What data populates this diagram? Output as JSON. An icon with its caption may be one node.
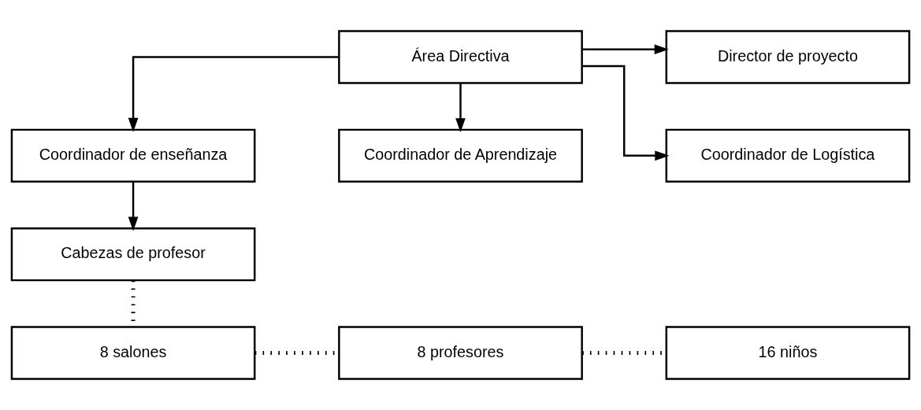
{
  "diagram": {
    "nodes": [
      {
        "text": [
          "Director de proyecto"
        ]
      },
      {
        "text": [
          "Área Directiva"
        ]
      },
      {
        "text": [
          "Coordinador de enseñanza"
        ]
      },
      {
        "text": [
          "Coordinador de Aprendizaje"
        ]
      },
      {
        "text": [
          "Coordinador de Logística"
        ]
      },
      {
        "text": [
          "Cabezas de profesor"
        ]
      },
      {
        "text": [
          "8 salones"
        ]
      },
      {
        "text": [
          "8 profesores"
        ]
      },
      {
        "text": [
          "16 niños"
        ]
      }
    ],
    "edges": [
      {
        "from": 1,
        "to": 0,
        "arrow": "to"
      },
      {
        "from": 1,
        "to": 2,
        "arrow": "to"
      },
      {
        "from": 1,
        "to": 3,
        "arrow": "to"
      },
      {
        "from": 1,
        "to": 4,
        "arrow": "to"
      },
      {
        "from": 2,
        "to": 5,
        "arrow": "to"
      },
      {
        "from": 5,
        "to": 6,
        "arrow": "none",
        "style": "dashed"
      },
      {
        "from": 6,
        "to": 7,
        "arrow": "none",
        "style": "dashed"
      },
      {
        "from": 7,
        "to": 8,
        "arrow": "none",
        "style": "dashed"
      }
    ]
  }
}
